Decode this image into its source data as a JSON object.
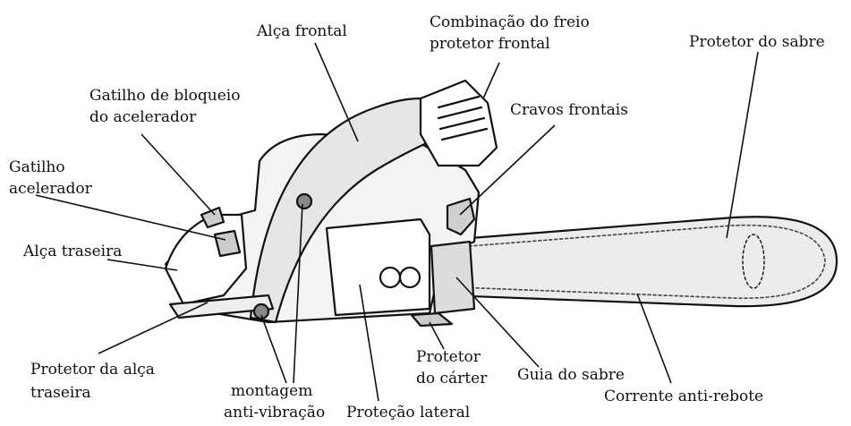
{
  "labels": {
    "alca_frontal": "Alça frontal",
    "combinacao_l1": "Combinação do freio",
    "combinacao_l2": "protetor frontal",
    "protetor_sabre": "Protetor do sabre",
    "gatilho_bloqueio_l1": "Gatilho de bloqueio",
    "gatilho_bloqueio_l2": "do acelerador",
    "cravos_frontais": "Cravos frontais",
    "gatilho_acel_l1": "Gatilho",
    "gatilho_acel_l2": "acelerador",
    "alca_traseira": "Alça traseira",
    "protetor_alca_l1": "Protetor da alça",
    "protetor_alca_l2": "traseira",
    "montagem_l1": "montagem",
    "montagem_l2": "anti-vibração",
    "protecao_lateral": "Proteção lateral",
    "protetor_carter_l1": "Protetor",
    "protetor_carter_l2": "do cárter",
    "guia_sabre": "Guia do sabre",
    "corrente": "Corrente anti-rebote"
  },
  "colors": {
    "ink": "#111111",
    "body_fill": "#f4f4f4",
    "shade_fill": "#d8d8d8",
    "bar_fill": "#e9e9e9"
  }
}
